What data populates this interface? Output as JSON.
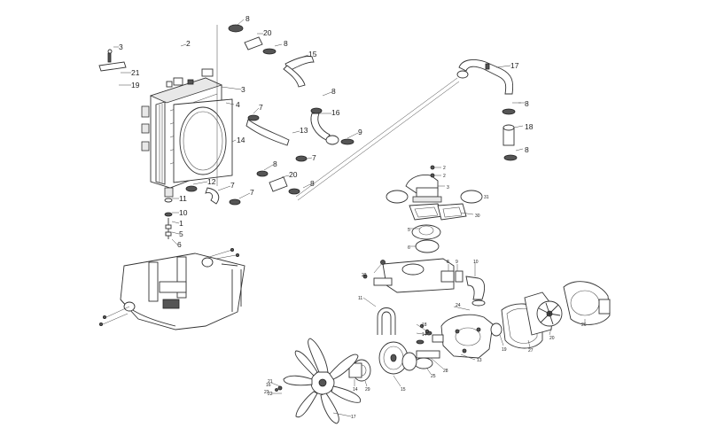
{
  "callouts": {
    "radiator": [
      {
        "text": "3"
      },
      {
        "text": "2"
      },
      {
        "text": "21"
      },
      {
        "text": "19"
      },
      {
        "text": "8"
      },
      {
        "text": "20"
      },
      {
        "text": "8"
      },
      {
        "text": "15"
      },
      {
        "text": "3"
      },
      {
        "text": "4"
      },
      {
        "text": "8"
      },
      {
        "text": "7"
      },
      {
        "text": "16"
      },
      {
        "text": "14"
      },
      {
        "text": "13"
      },
      {
        "text": "9"
      },
      {
        "text": "7"
      },
      {
        "text": "8"
      },
      {
        "text": "20"
      },
      {
        "text": "7"
      },
      {
        "text": "12"
      },
      {
        "text": "7"
      },
      {
        "text": "11"
      },
      {
        "text": "10"
      },
      {
        "text": "1"
      },
      {
        "text": "5"
      },
      {
        "text": "6"
      },
      {
        "text": "8"
      },
      {
        "text": "17"
      },
      {
        "text": "8"
      },
      {
        "text": "18"
      },
      {
        "text": "8"
      }
    ],
    "water_pump": [
      {
        "text": "2"
      },
      {
        "text": "2"
      },
      {
        "text": "3"
      },
      {
        "text": "31"
      },
      {
        "text": "30"
      },
      {
        "text": "5"
      },
      {
        "text": "6"
      },
      {
        "text": "22"
      },
      {
        "text": "8"
      },
      {
        "text": "9"
      },
      {
        "text": "10"
      },
      {
        "text": "11"
      },
      {
        "text": "24"
      },
      {
        "text": "18"
      },
      {
        "text": "14"
      },
      {
        "text": "13"
      },
      {
        "text": "19"
      },
      {
        "text": "27"
      },
      {
        "text": "20"
      },
      {
        "text": "26"
      },
      {
        "text": "21"
      },
      {
        "text": "22"
      },
      {
        "text": "14"
      },
      {
        "text": "15"
      },
      {
        "text": "29"
      },
      {
        "text": "25"
      },
      {
        "text": "28"
      },
      {
        "text": "17"
      },
      {
        "text": "23"
      },
      {
        "text": "16"
      }
    ]
  }
}
